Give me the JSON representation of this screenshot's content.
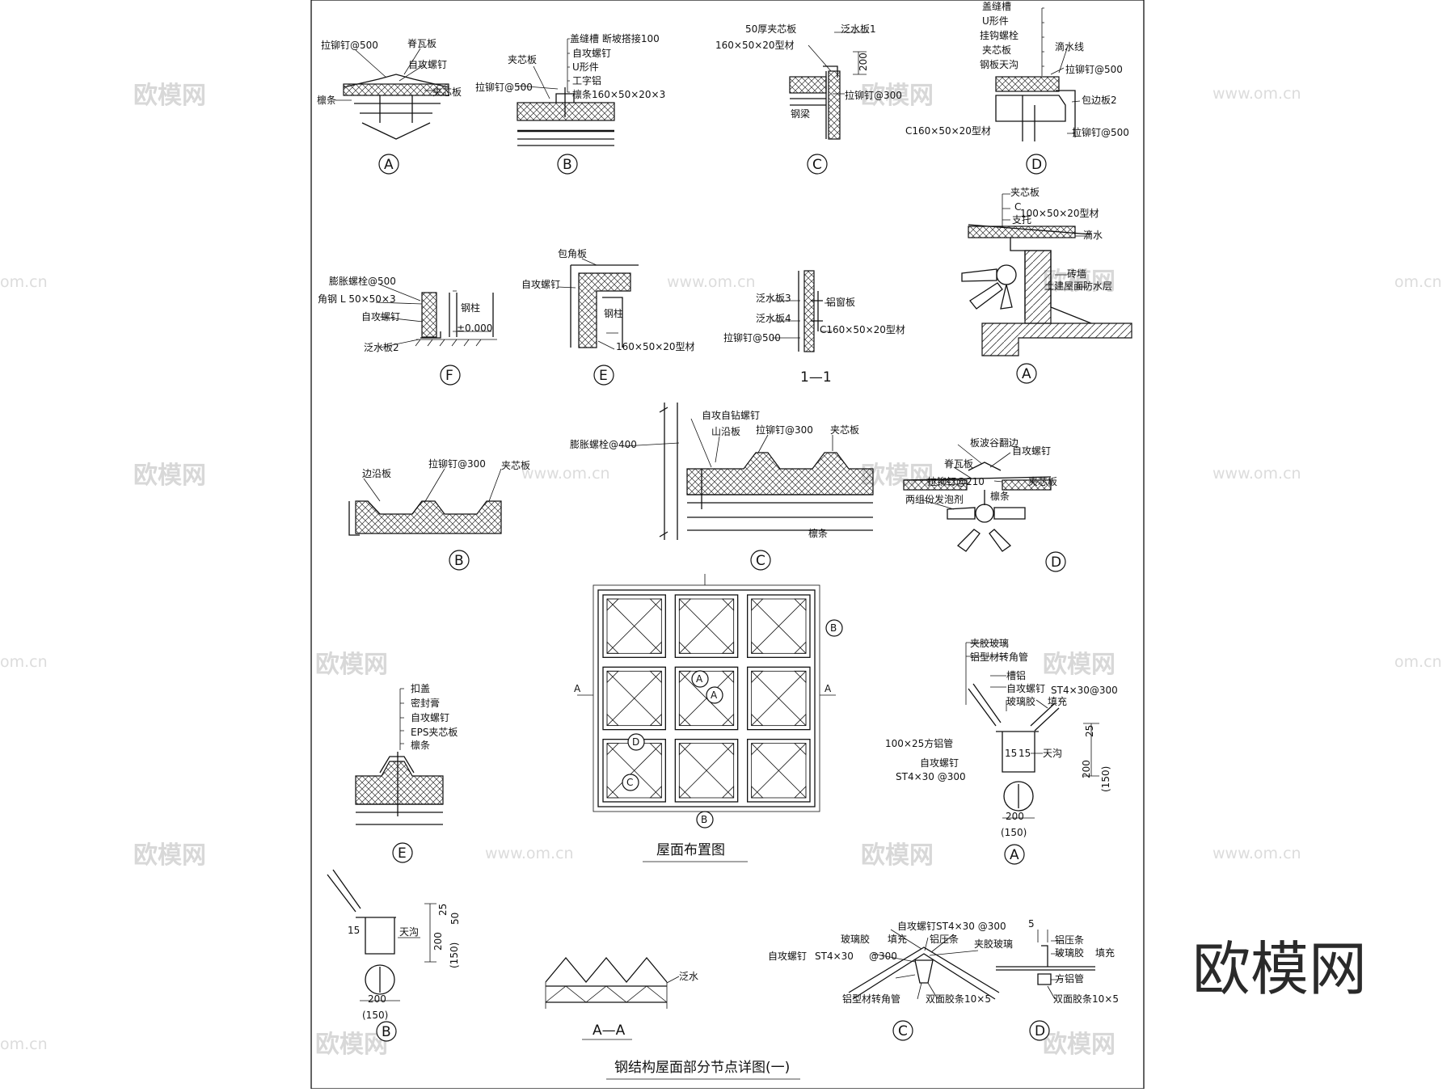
{
  "brand": "欧模网",
  "watermark": {
    "cn": "欧模网",
    "url": "www.om.cn",
    "url_short": "om.cn"
  },
  "sheet_title": "钢结构屋面部分节点详图(一)",
  "plan_title": "屋面布置图",
  "detail_tags": {
    "A": "A",
    "B": "B",
    "C": "C",
    "D": "D",
    "E": "E",
    "F": "F",
    "s11": "1—1",
    "AA": "A—A",
    "Aplan": "A"
  },
  "labels": {
    "r1A": [
      "拉铆钉@500",
      "脊瓦板",
      "自攻螺钉",
      "夹芯板",
      "檩条"
    ],
    "r1B": [
      "盖缝槽 断坡搭接100",
      "自攻螺钉",
      "U形件",
      "工字铝",
      "檩条160×50×20×3",
      "夹芯板",
      "拉铆钉@500"
    ],
    "r1C": [
      "50厚夹芯板",
      "160×50×20型材",
      "泛水板1",
      "200",
      "拉铆钉@300",
      "钢梁"
    ],
    "r1D": [
      "盖缝槽",
      "U形件",
      "挂钩螺栓",
      "夹芯板",
      "钢板天沟",
      "滴水线",
      "拉铆钉@500",
      "包边板2",
      "C160×50×20型材",
      "拉铆钉@500"
    ],
    "r2F": [
      "膨胀螺栓@500",
      "角钢 L 50×50×3",
      "自攻螺钉",
      "泛水板2",
      "钢柱",
      "±0.000"
    ],
    "r2E": [
      "包角板",
      "自攻螺钉",
      "钢柱",
      "160×50×20型材"
    ],
    "r2S": [
      "泛水板3",
      "铝窗板",
      "泛水板4",
      "C160×50×20型材",
      "拉铆钉@500"
    ],
    "r2A": [
      "夹芯板",
      "C",
      "100×50×20型材",
      "支托",
      "滴水",
      "砖墙",
      "土建屋面防水层"
    ],
    "r3B": [
      "边沿板",
      "拉铆钉@300",
      "夹芯板"
    ],
    "r3C": [
      "自攻自钻螺钉",
      "山沿板",
      "拉铆钉@300",
      "夹芯板",
      "膨胀螺栓@400",
      "檩条"
    ],
    "r3D": [
      "板波谷翻边",
      "脊瓦板",
      "自攻螺钉",
      "拉铆钉@210",
      "夹芯板",
      "两组份发泡剂",
      "檩条"
    ],
    "r4E": [
      "扣盖",
      "密封膏",
      "自攻螺钉",
      "EPS夹芯板",
      "檩条"
    ],
    "r4A": [
      "夹胶玻璃",
      "铝型材转角管",
      "槽铝",
      "自攻螺钉",
      "玻璃胶",
      "填充",
      "ST4×30@300",
      "100×25方铝管",
      "自攻螺钉",
      "ST4×30 @300",
      "天沟",
      "15",
      "15",
      "25",
      "200",
      "(150)",
      "200",
      "(150)"
    ],
    "r5B": [
      "15",
      "天沟",
      "25",
      "200",
      "50",
      "(150)",
      "200",
      "(150)"
    ],
    "r5AA": [
      "泛水"
    ],
    "r5C": [
      "自攻螺钉ST4×30 @300",
      "玻璃胶",
      "填充",
      "铝压条",
      "夹胶玻璃",
      "自攻螺钉",
      "ST4×30",
      "@300",
      "铝型材转角管",
      "双面胶条10×5"
    ],
    "r5D": [
      "5",
      "铝压条",
      "玻璃胶",
      "填充",
      "方铝管",
      "双面胶条10×5"
    ]
  },
  "plan_markers": [
    "A",
    "A",
    "B",
    "A",
    "A",
    "D",
    "C",
    "B"
  ]
}
